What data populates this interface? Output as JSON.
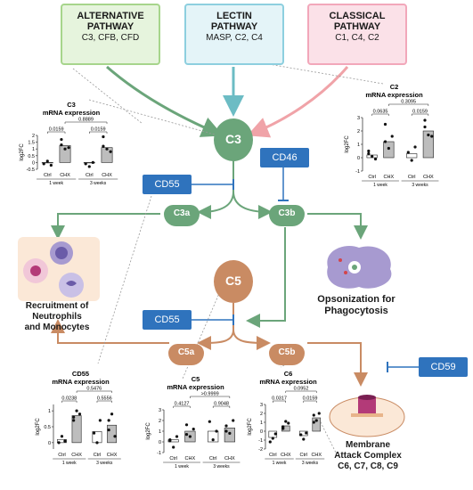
{
  "pathways": {
    "alternative": {
      "title": "ALTERNATIVE\nPATHWAY",
      "components": "C3, CFB, CFD",
      "color": "#e6f4dd",
      "border": "#a7d58c"
    },
    "lectin": {
      "title": "LECTIN\nPATHWAY",
      "components": "MASP, C2, C4",
      "color": "#e4f4f8",
      "border": "#8dcfdf"
    },
    "classical": {
      "title": "CLASSICAL\nPATHWAY",
      "components": "C1, C4, C2",
      "color": "#fbe1e8",
      "border": "#f2a7ba"
    }
  },
  "nodes": {
    "c3": "C3",
    "c5": "C5",
    "c3a": "C3a",
    "c3b": "C3b",
    "c5a": "C5a",
    "c5b": "C5b"
  },
  "inhibitors": {
    "cd55_top": "CD55",
    "cd46": "CD46",
    "cd55_mid": "CD55",
    "cd59": "CD59"
  },
  "outcomes": {
    "recruitment": "Recruitment of Neutrophils\nand Monocytes",
    "opsonization": "Opsonization for\nPhagocytosis",
    "mac": "Membrane\nAttack Complex\nC6, C7, C8, C9"
  },
  "colors": {
    "green": "#6ba57a",
    "teal": "#6cbcc4",
    "pink": "#f0a3a8",
    "brown": "#c98b63",
    "blue": "#2f73bd",
    "c3_fill": "#6ba57a",
    "c5_fill": "#c98b63"
  },
  "chart_data": [
    {
      "type": "scatter",
      "title": "C3\nmRNA expression",
      "ylabel": "log2FC",
      "categories": [
        "Ctrl",
        "CHX",
        "Ctrl",
        "CHX"
      ],
      "groups": [
        "1 week",
        "3 weeks"
      ],
      "bars": [
        0.0,
        1.25,
        0.0,
        1.1
      ],
      "points": [
        [
          -0.1,
          0.1,
          -0.2
        ],
        [
          1.3,
          1.0,
          1.1,
          1.7
        ],
        [
          -0.1,
          -0.3,
          0.0
        ],
        [
          1.9,
          1.0,
          0.8,
          1.2
        ]
      ],
      "pvalues": [
        {
          "from": 0,
          "to": 1,
          "label": "0.0159"
        },
        {
          "from": 2,
          "to": 3,
          "label": "0.0159"
        },
        {
          "from": 1,
          "to": 3,
          "label": "0.8889"
        }
      ],
      "ylim": [
        -0.5,
        2
      ],
      "yticks": [
        -0.5,
        0,
        0.5,
        1,
        1.5,
        2
      ]
    },
    {
      "type": "scatter",
      "title": "C2\nmRNA expression",
      "ylabel": "log2FC",
      "categories": [
        "Ctrl",
        "CHX",
        "Ctrl",
        "CHX"
      ],
      "groups": [
        "1 week",
        "3 weeks"
      ],
      "bars": [
        0.2,
        1.2,
        0.3,
        2.0
      ],
      "points": [
        [
          0.3,
          0.1,
          -0.1,
          0.5
        ],
        [
          1.2,
          0.7,
          1.6,
          2.5
        ],
        [
          0.4,
          -0.2,
          0.8
        ],
        [
          2.8,
          1.7,
          1.6,
          2.3
        ]
      ],
      "pvalues": [
        {
          "from": 0,
          "to": 1,
          "label": "0.0635"
        },
        {
          "from": 2,
          "to": 3,
          "label": "0.0159"
        },
        {
          "from": 1,
          "to": 3,
          "label": "0.3095"
        }
      ],
      "ylim": [
        -1,
        3
      ],
      "yticks": [
        -1,
        0,
        1,
        2,
        3
      ]
    },
    {
      "type": "scatter",
      "title": "CD55\nmRNA expression",
      "ylabel": "log2FC",
      "categories": [
        "Ctrl",
        "CHX",
        "Ctrl",
        "CHX"
      ],
      "groups": [
        "1 week",
        "3 weeks"
      ],
      "bars": [
        0.1,
        0.85,
        0.35,
        0.55
      ],
      "points": [
        [
          0.0,
          0.2,
          0.05
        ],
        [
          0.7,
          1.0,
          0.9,
          0.8
        ],
        [
          0.3,
          0.0,
          0.7
        ],
        [
          0.4,
          0.9,
          0.2,
          0.7
        ]
      ],
      "pvalues": [
        {
          "from": 0,
          "to": 1,
          "label": "0.0238"
        },
        {
          "from": 2,
          "to": 3,
          "label": "0.5556"
        },
        {
          "from": 1,
          "to": 3,
          "label": "0.5476"
        }
      ],
      "ylim": [
        -0.2,
        1.2
      ],
      "yticks": [
        0.0,
        0.5,
        1.0
      ]
    },
    {
      "type": "scatter",
      "title": "C5\nmRNA expression",
      "ylabel": "log2FC",
      "categories": [
        "Ctrl",
        "CHX",
        "Ctrl",
        "CHX"
      ],
      "groups": [
        "1 week",
        "3 weeks"
      ],
      "bars": [
        0.2,
        1.0,
        1.0,
        1.3
      ],
      "points": [
        [
          0.2,
          -0.5,
          0.5,
          0.1
        ],
        [
          1.6,
          0.5,
          1.2,
          0.7
        ],
        [
          1.9,
          0.2,
          1.0
        ],
        [
          1.5,
          0.8,
          2.0,
          1.0
        ]
      ],
      "pvalues": [
        {
          "from": 0,
          "to": 1,
          "label": "0.4127"
        },
        {
          "from": 2,
          "to": 3,
          "label": "0.9048"
        },
        {
          "from": 1,
          "to": 3,
          "label": ">0.9999"
        }
      ],
      "ylim": [
        -1,
        3
      ],
      "yticks": [
        -1,
        0,
        1,
        2,
        3
      ]
    },
    {
      "type": "scatter",
      "title": "C6\nmRNA expression",
      "ylabel": "log2FC",
      "categories": [
        "Ctrl",
        "CHX",
        "Ctrl",
        "CHX"
      ],
      "groups": [
        "1 week",
        "3 weeks"
      ],
      "bars": [
        -0.7,
        0.6,
        -0.5,
        1.5
      ],
      "points": [
        [
          -1.2,
          -0.8,
          -0.3
        ],
        [
          0.5,
          1.1,
          0.9,
          0.3
        ],
        [
          -0.4,
          -0.9,
          -0.2
        ],
        [
          1.8,
          1.2,
          2.0,
          1.0
        ]
      ],
      "pvalues": [
        {
          "from": 0,
          "to": 1,
          "label": "0.0317"
        },
        {
          "from": 2,
          "to": 3,
          "label": "0.0159"
        },
        {
          "from": 1,
          "to": 3,
          "label": "0.0952"
        }
      ],
      "ylim": [
        -2,
        3
      ],
      "yticks": [
        -2,
        -1,
        0,
        1,
        2,
        3
      ]
    }
  ]
}
